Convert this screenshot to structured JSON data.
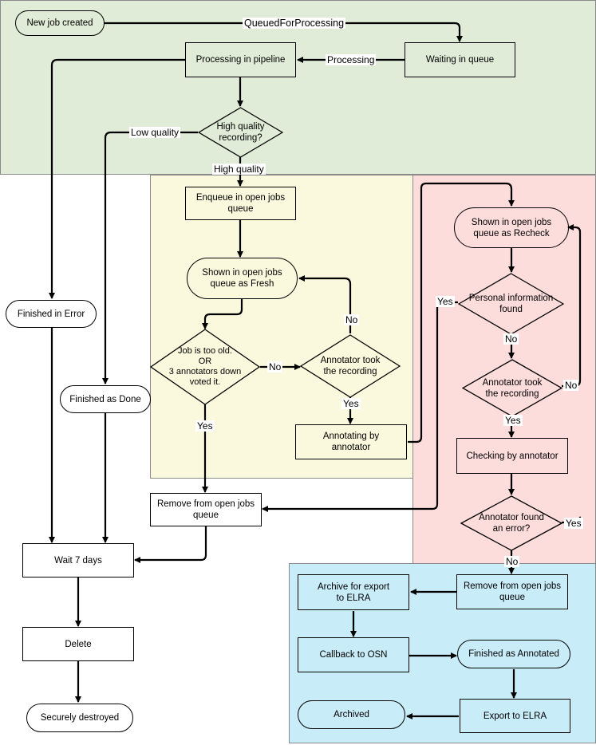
{
  "colors": {
    "green_region": "#e0ecd7",
    "yellow_region": "#fbf9dd",
    "red_region": "#fddcdc",
    "blue_region": "#c9ecf9",
    "stroke": "#000000"
  },
  "nodes": {
    "new_job": "New job created",
    "waiting_queue": "Waiting in queue",
    "processing_pipeline": "Processing in pipeline",
    "high_quality_q": "High quality\nrecording?",
    "finished_error": "Finished in Error",
    "finished_done": "Finished as Done",
    "enqueue_open": "Enqueue in open jobs\nqueue",
    "shown_fresh": "Shown in open jobs\nqueue as Fresh",
    "too_old_q": "Job is too old.\nOR\n3 annotators down\nvoted it.",
    "annotator_took_1": "Annotator took\nthe recording",
    "annotating": "Annotating by\nannotator",
    "remove_open_1": "Remove from open jobs\nqueue",
    "wait_7": "Wait 7 days",
    "delete": "Delete",
    "securely_destroyed": "Securely destroyed",
    "shown_recheck": "Shown in open jobs\nqueue as Recheck",
    "personal_info_q": "Personal information\nfound",
    "annotator_took_2": "Annotator took\nthe recording",
    "checking": "Checking by annotator",
    "found_error_q": "Annotator found\nan error?",
    "remove_open_2": "Remove from open jobs\nqueue",
    "archive_export": "Archive for export\nto ELRA",
    "callback_osn": "Callback to OSN",
    "finished_annotated": "Finished as Annotated",
    "archived": "Archived",
    "export_elra": "Export to ELRA"
  },
  "edge_labels": {
    "queued_for_processing": "QueuedForProcessing",
    "processing": "Processing",
    "low_quality": "Low quality",
    "high_quality": "High quality",
    "no_1": "No",
    "no_2": "No",
    "yes_1": "Yes",
    "yes_2": "Yes",
    "yes_3": "Yes",
    "no_3": "No",
    "yes_4": "Yes",
    "no_4": "No",
    "yes_5": "Yes",
    "no_5": "No"
  }
}
